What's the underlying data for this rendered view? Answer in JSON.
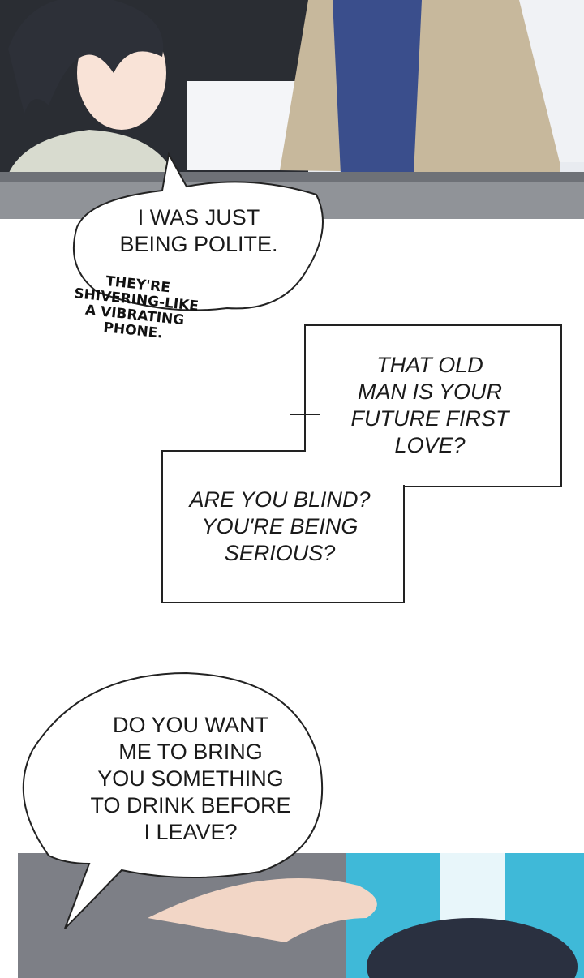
{
  "bubbles": {
    "polite": "I WAS JUST\nBEING POLITE.",
    "sfx": "THEY'RE\nSHIVERING-LIKE\nA VIBRATING\nPHONE.",
    "first_love": "THAT OLD\nMAN IS YOUR\nFUTURE FIRST\nLOVE?",
    "blind": "ARE YOU BLIND?\nYOU'RE BEING\nSERIOUS?",
    "drink": "DO YOU WANT\nME TO BRING\nYOU SOMETHING\nTO DRINK BEFORE\nI LEAVE?"
  }
}
